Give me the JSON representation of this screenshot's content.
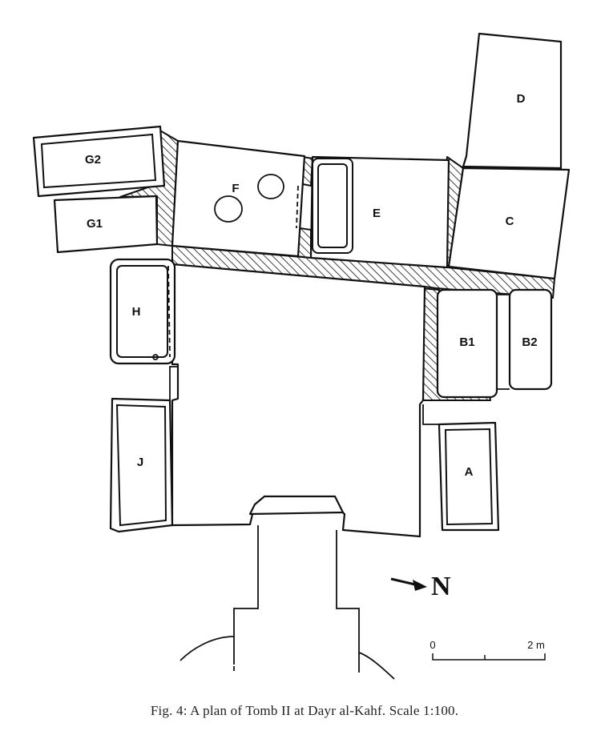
{
  "figure": {
    "caption": "Fig. 4: A plan of Tomb II at Dayr al-Kahf. Scale 1:100.",
    "north_label": "N",
    "scale_bar": {
      "start_label": "0",
      "end_label": "2 m"
    }
  },
  "rooms": {
    "A": "A",
    "B1": "B1",
    "B2": "B2",
    "C": "C",
    "D": "D",
    "E": "E",
    "F": "F",
    "G1": "G1",
    "G2": "G2",
    "H": "H",
    "J": "J"
  }
}
